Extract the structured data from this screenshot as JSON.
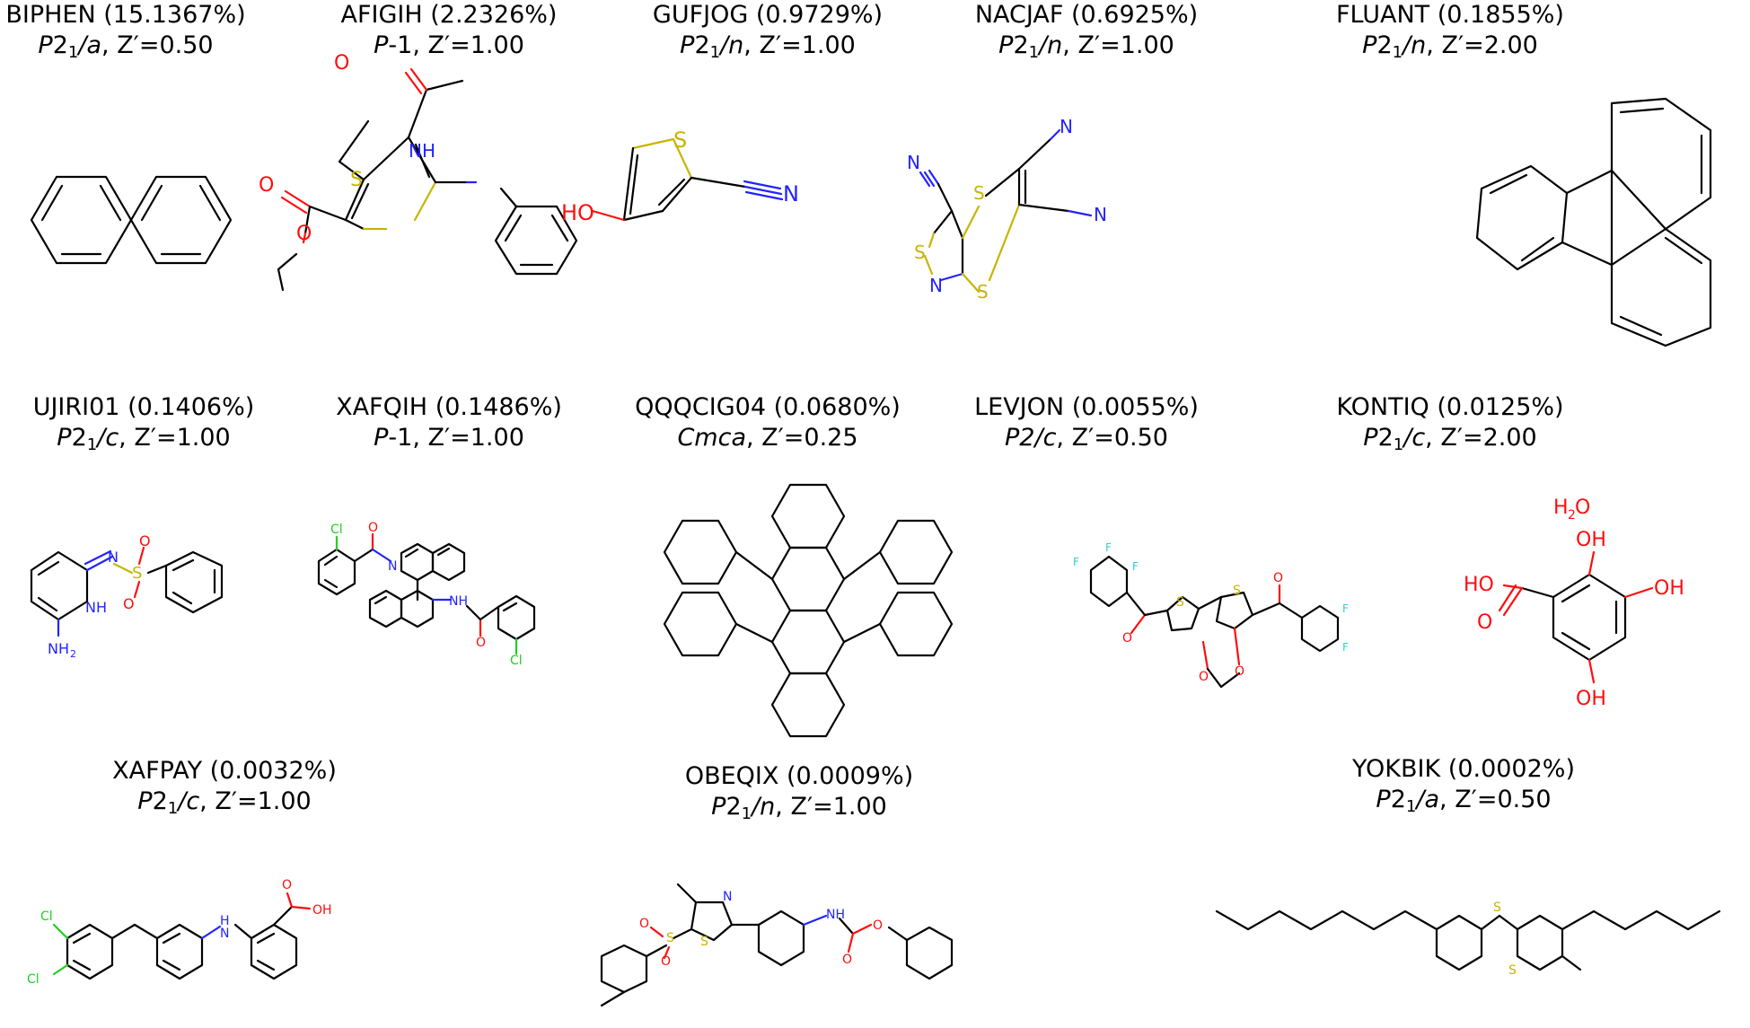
{
  "molecules": [
    {
      "code": "BIPHEN",
      "pct": "(15.1367%)",
      "sg_pre": "P",
      "sg_sub": "2",
      "sg_sub_tail": "1",
      "sg_post": "/a",
      "zp": "Z′=0.50"
    },
    {
      "code": "AFIGIH",
      "pct": "(2.2326%)",
      "sg_pre": "P",
      "sg_sub": "",
      "sg_sub_tail": "",
      "sg_post": "-1",
      "zp": "Z′=1.00"
    },
    {
      "code": "GUFJOG",
      "pct": "(0.9729%)",
      "sg_pre": "P",
      "sg_sub": "2",
      "sg_sub_tail": "1",
      "sg_post": "/n",
      "zp": "Z′=1.00"
    },
    {
      "code": "NACJAF",
      "pct": "(0.6925%)",
      "sg_pre": "P",
      "sg_sub": "2",
      "sg_sub_tail": "1",
      "sg_post": "/n",
      "zp": "Z′=1.00"
    },
    {
      "code": "FLUANT",
      "pct": "(0.1855%)",
      "sg_pre": "P",
      "sg_sub": "2",
      "sg_sub_tail": "1",
      "sg_post": "/n",
      "zp": "Z′=2.00"
    },
    {
      "code": "UJIRI01",
      "pct": "(0.1406%)",
      "sg_pre": "P",
      "sg_sub": "2",
      "sg_sub_tail": "1",
      "sg_post": "/c",
      "zp": "Z′=1.00"
    },
    {
      "code": "XAFQIH",
      "pct": "(0.1486%)",
      "sg_pre": "P",
      "sg_sub": "",
      "sg_sub_tail": "",
      "sg_post": "-1",
      "zp": "Z′=1.00"
    },
    {
      "code": "QQQCIG04",
      "pct": "(0.0680%)",
      "sg_pre": "Cmca",
      "sg_sub": "",
      "sg_sub_tail": "",
      "sg_post": "",
      "zp": "Z′=0.25"
    },
    {
      "code": "LEVJON",
      "pct": "(0.0055%)",
      "sg_pre": "P2/c",
      "sg_sub": "",
      "sg_sub_tail": "",
      "sg_post": "",
      "zp": "Z′=0.50"
    },
    {
      "code": "KONTIQ",
      "pct": "(0.0125%)",
      "sg_pre": "P",
      "sg_sub": "2",
      "sg_sub_tail": "1",
      "sg_post": "/c",
      "zp": "Z′=2.00"
    },
    {
      "code": "XAFPAY",
      "pct": "(0.0032%)",
      "sg_pre": "P",
      "sg_sub": "2",
      "sg_sub_tail": "1",
      "sg_post": "/c",
      "zp": "Z′=1.00"
    },
    {
      "code": "OBEQIX",
      "pct": "(0.0009%)",
      "sg_pre": "P",
      "sg_sub": "2",
      "sg_sub_tail": "1",
      "sg_post": "/n",
      "zp": "Z′=1.00"
    },
    {
      "code": "YOKBIK",
      "pct": "(0.0002%)",
      "sg_pre": "P",
      "sg_sub": "2",
      "sg_sub_tail": "1",
      "sg_post": "/a",
      "zp": "Z′=0.50"
    }
  ],
  "atom_labels": {
    "O": "O",
    "OH": "OH",
    "HO": "HO",
    "NH": "NH",
    "N": "N",
    "S": "S",
    "Cl": "Cl",
    "F": "F",
    "NH2": "NH",
    "NH2_sub": "2",
    "H2O_H": "H",
    "H2O_sub": "2",
    "H2O_O": "O"
  },
  "colors": {
    "oxygen": "#ff0d0d",
    "nitrogen": "#2323ff",
    "sulfur": "#c8b400",
    "chlorine": "#1fd01f",
    "fluorine": "#33cccc"
  }
}
